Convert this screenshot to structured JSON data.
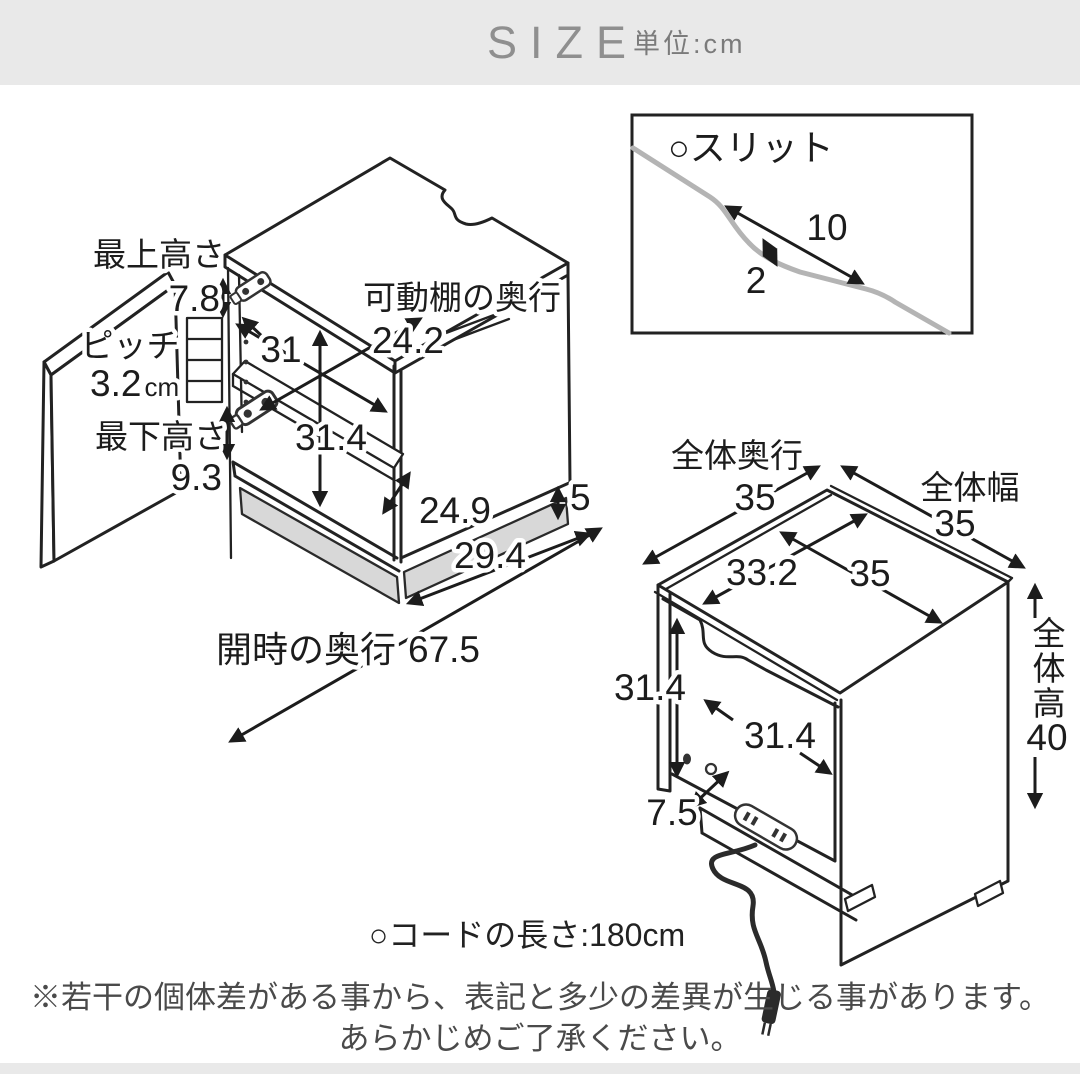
{
  "header": {
    "title": "SIZE",
    "unit": "単位:cm"
  },
  "left_diagram": {
    "description": "cabinet front view with open door",
    "labels": {
      "top_height_label": "最上高さ",
      "top_height_value": "7.8",
      "pitch_label": "ピッチ",
      "pitch_value": "3.2",
      "pitch_unit": "cm",
      "bottom_height_label": "最下高さ",
      "bottom_height_value": "9.3",
      "shelf_depth_label": "可動棚の奥行",
      "shelf_depth_value": "24.2",
      "inner_width": "31",
      "inner_height": "31.4",
      "bottom_depth": "24.9",
      "base_height": "5",
      "bottom_width": "29.4",
      "open_depth_label": "開時の奥行",
      "open_depth_value": "67.5"
    }
  },
  "slit_detail": {
    "title": "○スリット",
    "length": "10",
    "depth": "2"
  },
  "right_diagram": {
    "description": "cabinet back view",
    "labels": {
      "overall_depth_label": "全体奥行",
      "overall_depth_value": "35",
      "overall_width_label": "全体幅",
      "overall_width_value": "35",
      "top_inner_depth": "33.2",
      "top_width": "35",
      "back_inner_height": "31.4",
      "back_inner_width": "31.4",
      "bottom_gap": "7.5",
      "overall_height_label": "全体高",
      "overall_height_value": "40"
    }
  },
  "cord_note": "○コードの長さ:180cm",
  "disclaimer": {
    "line1": "※若干の個体差がある事から、表記と多少の差異が生じる事があります。",
    "line2": "あらかじめご了承ください。"
  },
  "colors": {
    "header_bg": "#e9e9e9",
    "line": "#222222",
    "gray_fill": "#d8d8d8",
    "slit_line": "#b4b4b4",
    "title_text": "#8f8f8f"
  }
}
